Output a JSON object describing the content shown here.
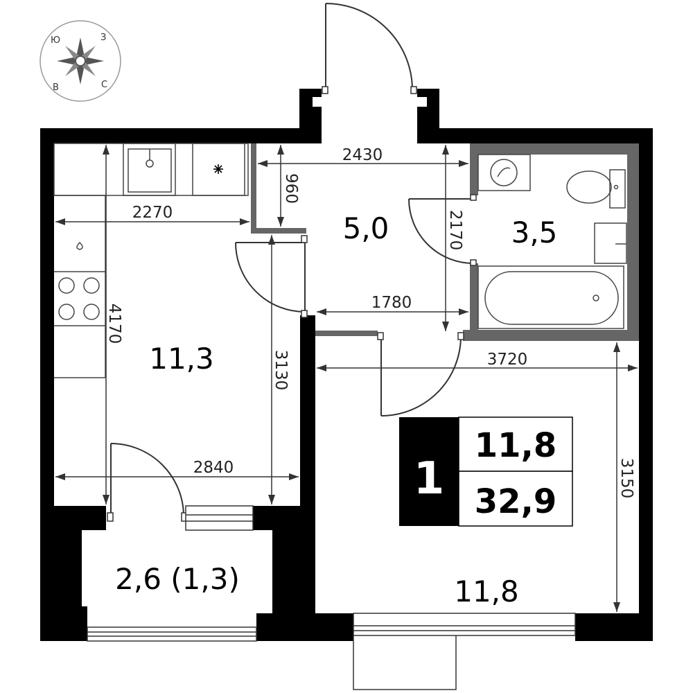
{
  "compass": {
    "letters": [
      "Ю",
      "З",
      "В",
      "С"
    ]
  },
  "rooms": {
    "hall": "5,0",
    "bathroom": "3,5",
    "kitchen": "11,3",
    "living": "11,8",
    "balcony": "2,6 (1,3)"
  },
  "dimensions": {
    "hall_width": "2430",
    "hall_depth": "960",
    "kitchen_width": "2270",
    "bath_height": "2170",
    "corridor_width": "1780",
    "kitchen_length": "4170",
    "kitchen_height": "3130",
    "room_width": "3720",
    "kitchen_bottom_width": "2840",
    "room_height": "3150"
  },
  "badge": {
    "rooms_count": "1",
    "living_area": "11,8",
    "total_area": "32,9"
  },
  "colors": {
    "wall": "#000000",
    "partition": "#666666",
    "line": "#333333"
  }
}
